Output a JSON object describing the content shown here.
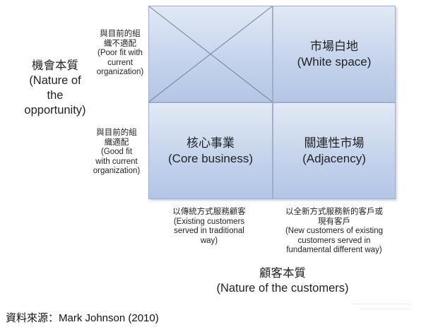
{
  "quadrants": {
    "top_left": {
      "lines": []
    },
    "top_right": {
      "lines": [
        "市場白地",
        "(White space)"
      ]
    },
    "bottom_left": {
      "lines": [
        "核心事業",
        "(Core business)"
      ]
    },
    "bottom_right": {
      "lines": [
        "關連性市場",
        "(Adjacency)"
      ]
    }
  },
  "y_axis": {
    "title_lines": [
      "機會本質",
      "(Nature of",
      "the",
      "opportunity)"
    ],
    "top_label_lines": [
      "與目前的組",
      "織不適配",
      "(Poor fit with",
      "current",
      "organization)"
    ],
    "bottom_label_lines": [
      "與目前的組",
      "織適配",
      "(Good fit",
      "with current",
      "organization)"
    ]
  },
  "x_axis": {
    "title_lines": [
      "顧客本質",
      "(Nature of the customers)"
    ],
    "left_label_lines": [
      "以傳統方式服務顧客",
      "(Existing customers",
      "served in traditional",
      "way)"
    ],
    "right_label_lines": [
      "以全新方式服務新的客戶或",
      "現有客戶",
      "(New customers of existing",
      "customers served in",
      "fundamental different way)"
    ]
  },
  "source": "資料來源：Mark Johnson (2010)",
  "colors": {
    "cell_top": "#e2e9f5",
    "cell_bottom": "#b3c6e6",
    "cell_border": "#9fb0c8",
    "cross_line": "#6f7f98"
  }
}
